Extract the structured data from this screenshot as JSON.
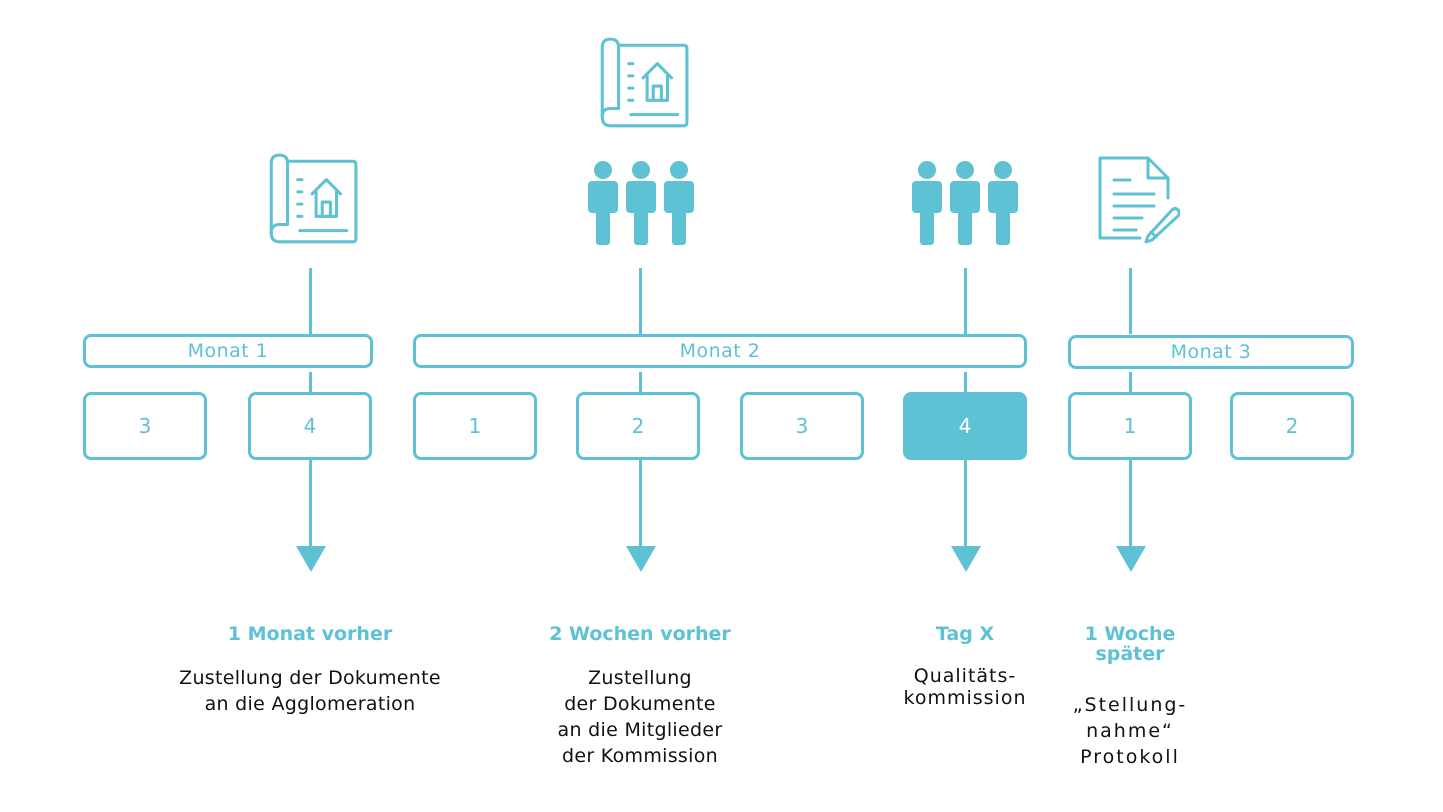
{
  "colors": {
    "accent": "#5fc1d4",
    "text": "#111111",
    "background": "#ffffff"
  },
  "months": [
    {
      "label": "Monat 1"
    },
    {
      "label": "Monat 2"
    },
    {
      "label": "Monat 3"
    }
  ],
  "weeks": [
    {
      "label": "3",
      "month": "Monat 1",
      "active": false
    },
    {
      "label": "4",
      "month": "Monat 1",
      "active": false
    },
    {
      "label": "1",
      "month": "Monat 2",
      "active": false
    },
    {
      "label": "2",
      "month": "Monat 2",
      "active": false
    },
    {
      "label": "3",
      "month": "Monat 2",
      "active": false
    },
    {
      "label": "4",
      "month": "Monat 2",
      "active": true
    },
    {
      "label": "1",
      "month": "Monat 3",
      "active": false
    },
    {
      "label": "2",
      "month": "Monat 3",
      "active": false
    }
  ],
  "milestones": [
    {
      "title": "1 Monat vorher",
      "description": "Zustellung der Dokumente\nan die Agglomeration",
      "icons": [
        "blueprint-icon"
      ]
    },
    {
      "title": "2 Wochen vorher",
      "description": "Zustellung\nder Dokumente\nan die Mitglieder\nder Kommission",
      "icons": [
        "blueprint-icon",
        "people-group-icon"
      ]
    },
    {
      "title": "Tag X",
      "description": "Qualitäts-\nkommission",
      "icons": [
        "people-group-icon"
      ]
    },
    {
      "title_line1": "1 Woche",
      "title_line2": "später",
      "description": "„Stellung-\nnahme“\nProtokoll",
      "icons": [
        "document-edit-icon"
      ]
    }
  ]
}
